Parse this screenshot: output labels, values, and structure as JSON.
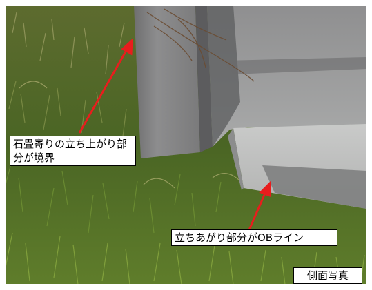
{
  "labels": {
    "stone_boundary": "石畳寄りの立ち上がり部分が境界",
    "ob_line": "立ちあがり部分がOBライン",
    "side_photo": "側面写真"
  },
  "colors": {
    "arrow": "#e81d1d",
    "grass_dark": "#3e5520",
    "grass_light": "#8ea14a",
    "concrete": "#9fa0a0",
    "concrete_light": "#c7c8c7",
    "shadow": "#6e6e70"
  }
}
